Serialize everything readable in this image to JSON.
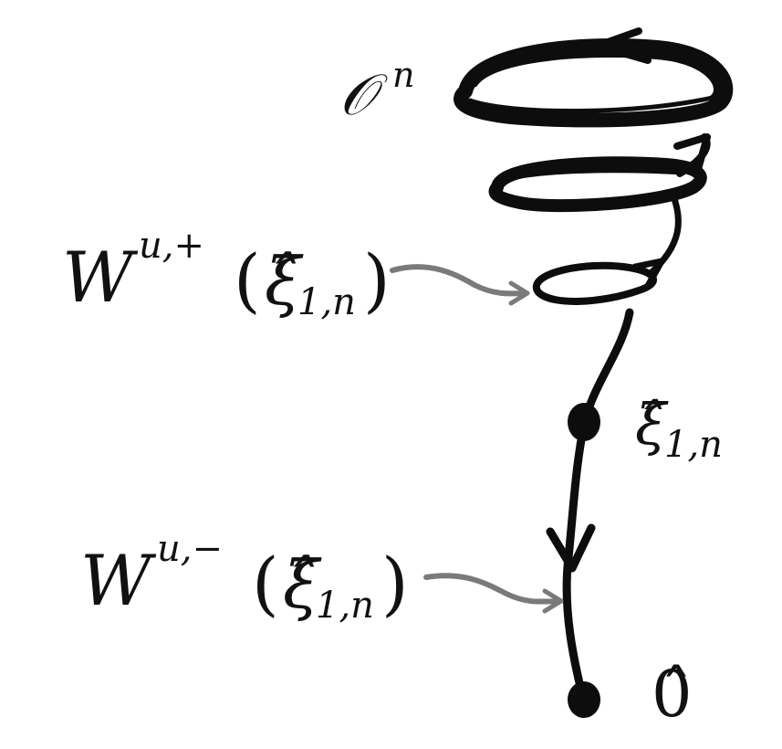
{
  "labels": {
    "orbit": {
      "base": "𝒪",
      "sup": "n"
    },
    "w_plus": {
      "base": "W",
      "sup": "u,+",
      "open": "(",
      "xi": "ξ̂",
      "sub": "1,n",
      "close": ")"
    },
    "xi_point": {
      "xi": "ξ̂",
      "sub": "1,n"
    },
    "w_minus": {
      "base": "W",
      "sup": "u,−",
      "open": "(",
      "xi": "ξ̂",
      "sub": "1,n",
      "close": ")"
    },
    "origin": "0̂"
  },
  "colors": {
    "ink": "#0d0d0d",
    "pointer": "#7a7a7a",
    "background": "#ffffff"
  }
}
